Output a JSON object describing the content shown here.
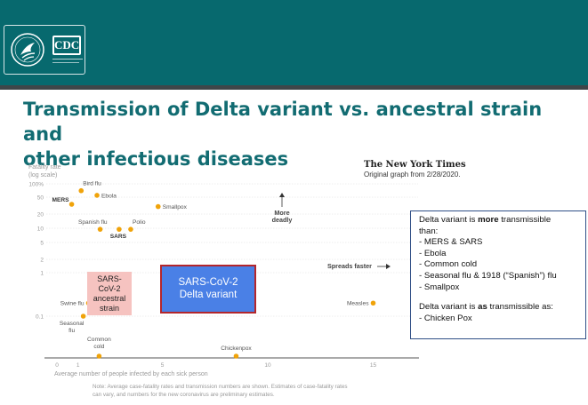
{
  "header": {
    "cdc_logo_text": "CDC"
  },
  "slide": {
    "title_line1": "Transmission of Delta variant vs. ancestral strain and",
    "title_line2": "other infectious diseases"
  },
  "source": {
    "brand": "The New York Times",
    "caption": "Original graph from 2/28/2020."
  },
  "chart_data": {
    "type": "scatter",
    "ylabel_line1": "Fatality rate",
    "ylabel_line2": "(log scale)",
    "xlabel": "Average number of people infected by each sick person",
    "x_ticks": [
      0,
      1,
      5,
      10,
      15
    ],
    "y_ticks": [
      {
        "value": 100,
        "label": "100%"
      },
      {
        "value": 50,
        "label": "50"
      },
      {
        "value": 20,
        "label": "20"
      },
      {
        "value": 10,
        "label": "10"
      },
      {
        "value": 5,
        "label": "5"
      },
      {
        "value": 2,
        "label": "2"
      },
      {
        "value": 1,
        "label": "1"
      },
      {
        "value": 0.1,
        "label": "0.1"
      }
    ],
    "y_scale": "log",
    "points": [
      {
        "label": "MERS",
        "x": 0.7,
        "y": 34
      },
      {
        "label": "Bird flu",
        "x": 1.15,
        "y": 70
      },
      {
        "label": "Ebola",
        "x": 1.9,
        "y": 55
      },
      {
        "label": "Smallpox",
        "x": 4.8,
        "y": 30
      },
      {
        "label": "Spanish flu",
        "x": 2.05,
        "y": 9.5
      },
      {
        "label": "SARS",
        "x": 2.95,
        "y": 9.5
      },
      {
        "label": "Polio",
        "x": 3.5,
        "y": 9.5
      },
      {
        "label": "Swine flu",
        "x": 1.5,
        "y": 0.2
      },
      {
        "label": "Seasonal flu",
        "x": 1.25,
        "y": 0.1
      },
      {
        "label": "Common cold",
        "x": 2,
        "y": 0.0105
      },
      {
        "label": "Chickenpox",
        "x": 8.5,
        "y": 0.0105
      },
      {
        "label": "Measles",
        "x": 15,
        "y": 0.2
      }
    ],
    "annotations": {
      "more_deadly_line1": "More",
      "more_deadly_line2": "deadly",
      "spreads_faster": "Spreads faster"
    },
    "accent_color": "#f0a30a",
    "note_line1": "Note: Average case-fatality rates and transmission numbers are shown. Estimates of case-fatality rates",
    "note_line2": "can vary, and numbers for the new coronavirus are preliminary estimates."
  },
  "ancestral_box": {
    "line1": "SARS-",
    "line2": "CoV-2",
    "line3": "ancestral",
    "line4": "strain"
  },
  "variant_box": {
    "line1": "SARS-CoV-2",
    "line2": "Delta variant"
  },
  "callout": {
    "more_prefix": "Delta variant is ",
    "more_emph": "more",
    "more_suffix": " transmissible",
    "more_than": "than:",
    "items": [
      "MERS & SARS",
      "Ebola",
      "Common cold",
      "Seasonal flu & 1918 (“Spanish”) flu",
      "Smallpox"
    ],
    "as_prefix": "Delta variant is ",
    "as_emph": "as",
    "as_suffix": " transmissible as:",
    "as_item": "- Chicken Pox"
  }
}
